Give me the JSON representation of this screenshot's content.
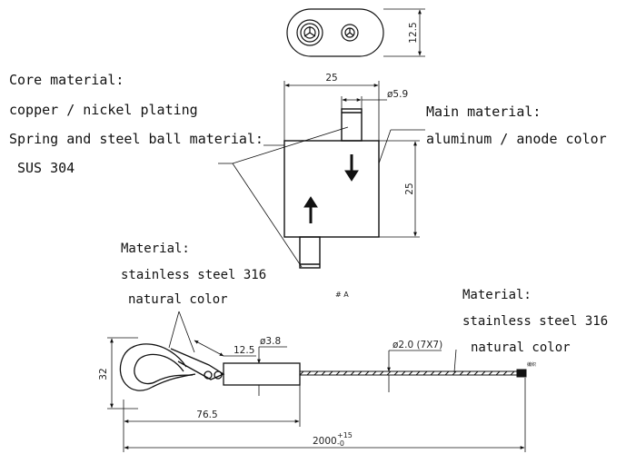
{
  "notes": {
    "core_title": "Core material:",
    "core_value": "copper / nickel plating",
    "spring_title": "Spring and steel ball material:",
    "spring_value": "SUS 304",
    "main_title": "Main material:",
    "main_value": "aluminum / anode color",
    "hook_title": "Material:",
    "hook_value": "stainless steel 316",
    "hook_color": "natural color",
    "cable_title": "Material:",
    "cable_value": "stainless steel 316",
    "cable_color": "natural color"
  },
  "dimensions": {
    "cap_height": "12.5",
    "body_width": "25",
    "pin_diameter": "ø5.9",
    "body_height": "25",
    "hook_offset": "12.5",
    "sleeve_diameter": "ø3.8",
    "cable_diameter": "ø2.0 (7X7)",
    "hook_height": "32",
    "hook_length": "76.5",
    "total_length": "2000",
    "total_tol_upper": "+15",
    "total_tol_lower": "-0"
  },
  "labels": {
    "section_mark": "# A",
    "end_mark": "编织"
  },
  "colors": {
    "line": "#111111",
    "background": "#ffffff"
  }
}
